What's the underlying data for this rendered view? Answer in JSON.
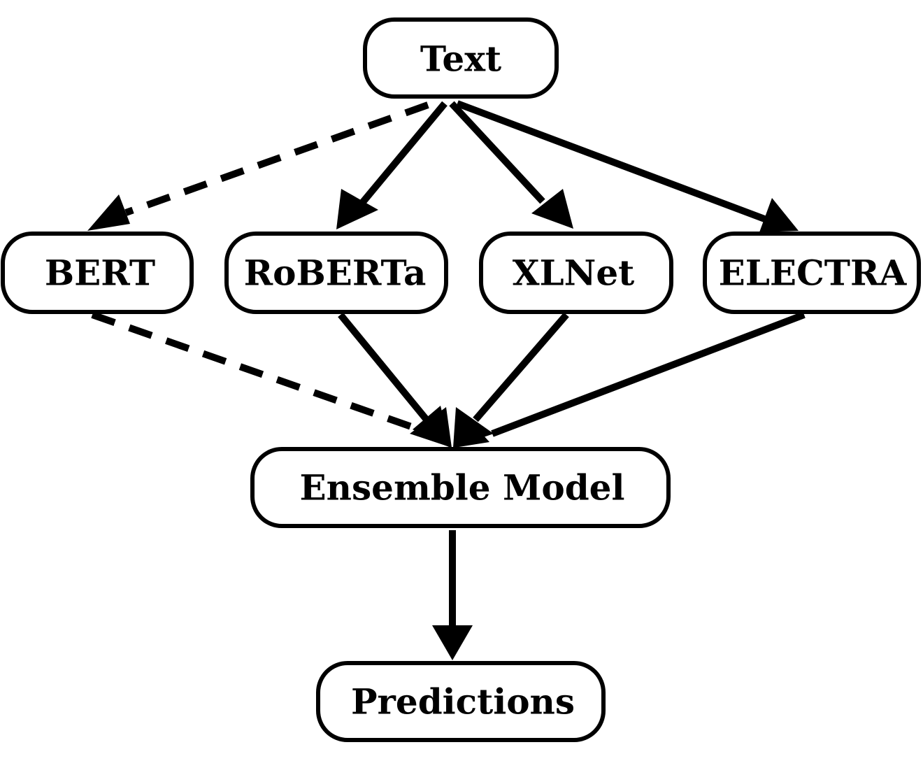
{
  "diagram": {
    "type": "flowchart",
    "nodes": [
      {
        "id": "text",
        "label": "Text"
      },
      {
        "id": "bert",
        "label": "BERT"
      },
      {
        "id": "roberta",
        "label": "RoBERTa"
      },
      {
        "id": "xlnet",
        "label": "XLNet"
      },
      {
        "id": "electra",
        "label": "ELECTRA"
      },
      {
        "id": "ensemble",
        "label": "Ensemble Model"
      },
      {
        "id": "predictions",
        "label": "Predictions"
      }
    ],
    "edges": [
      {
        "from": "text",
        "to": "bert",
        "style": "dashed"
      },
      {
        "from": "text",
        "to": "roberta",
        "style": "solid"
      },
      {
        "from": "text",
        "to": "xlnet",
        "style": "solid"
      },
      {
        "from": "text",
        "to": "electra",
        "style": "solid"
      },
      {
        "from": "bert",
        "to": "ensemble",
        "style": "dashed"
      },
      {
        "from": "roberta",
        "to": "ensemble",
        "style": "solid"
      },
      {
        "from": "xlnet",
        "to": "ensemble",
        "style": "solid"
      },
      {
        "from": "electra",
        "to": "ensemble",
        "style": "solid"
      },
      {
        "from": "ensemble",
        "to": "predictions",
        "style": "solid"
      }
    ],
    "colors": {
      "stroke": "#000000",
      "fill": "#ffffff"
    }
  }
}
